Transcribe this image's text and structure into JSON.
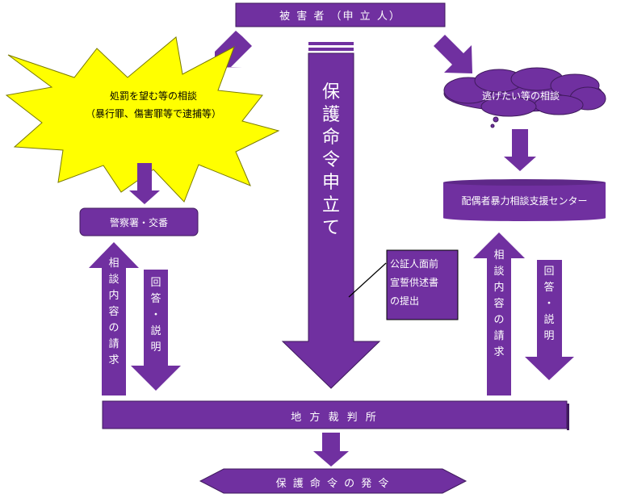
{
  "colors": {
    "purple": "#7030a0",
    "star": "#ffff00",
    "white": "#ffffff"
  },
  "victim": {
    "label": "被 害 者 （申 立 人）"
  },
  "police_consult": {
    "line1": "処罰を望む等の相談",
    "line2": "（暴行罪、傷害罪等で逮捕等）"
  },
  "police": {
    "label": "警察署・交番"
  },
  "escape_consult": {
    "label": "逃げたい等の相談"
  },
  "center": {
    "label": "配偶者暴力相談支援センター"
  },
  "petition": {
    "label": "保護命令申立て"
  },
  "notary": {
    "line1": "公証人面前",
    "line2": "宣誓供述書",
    "line3": "の提出"
  },
  "left_request": {
    "label": "相談内容の請求"
  },
  "left_answer": {
    "label": "回答・説明"
  },
  "right_request": {
    "label": "相談内容の請求"
  },
  "right_answer": {
    "label": "回答・説明"
  },
  "court": {
    "label": "地 方 裁 判 所"
  },
  "issuance": {
    "label": "保 護 命 令 の 発 令"
  }
}
